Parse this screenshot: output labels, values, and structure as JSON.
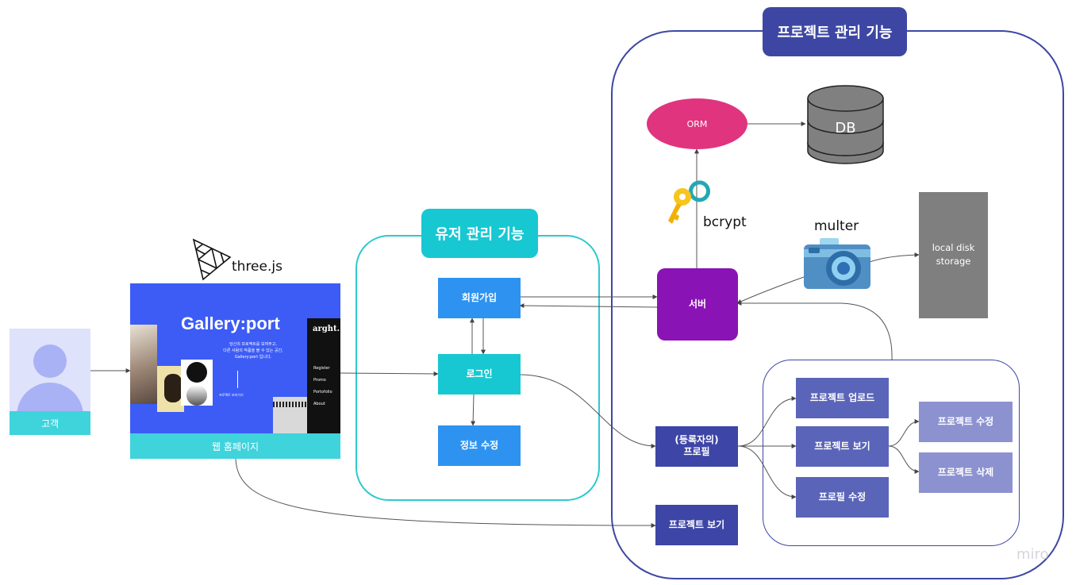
{
  "colors": {
    "project_frame": "#3d47a3",
    "user_frame": "#2ec9ce",
    "blue_node": "#2e93f0",
    "cyan_node": "#17c8d2",
    "purple_node": "#8a13b5",
    "indigo_node": "#3d45a6",
    "slate_node": "#5a64b8",
    "light_node": "#8c92d0",
    "orm": "#e0347f",
    "storage": "#7f7f7f"
  },
  "project_area": {
    "title": "프로젝트 관리 기능"
  },
  "user_area": {
    "title": "유저 관리 기능"
  },
  "customer": {
    "label": "고객",
    "icon": "user-avatar-icon"
  },
  "homepage": {
    "label": "웹 홈페이지",
    "preview": {
      "title": "Gallery:port",
      "tagline_lines": [
        "당신의 프로젝트를 보여주고,",
        "다른 사람의 작품을 볼 수 있는 공간,",
        "Gallery:port 입니다."
      ],
      "caption": "프로젝트 보러가기",
      "brand": "arght.",
      "menu": [
        "Register",
        "Promo",
        "Portofolio",
        "About"
      ]
    }
  },
  "threejs": {
    "label": "three.js",
    "icon": "threejs-logo-icon"
  },
  "user_nodes": {
    "signup": "회원가입",
    "login": "로그인",
    "edit_info": "정보 수정"
  },
  "server": "서버",
  "orm": "ORM",
  "db": "DB",
  "bcrypt": {
    "label": "bcrypt",
    "icon": "key-icon"
  },
  "multer": {
    "label": "multer",
    "icon": "camera-icon"
  },
  "storage": {
    "line1": "local disk",
    "line2": "storage"
  },
  "profile": {
    "line1": "(등록자의)",
    "line2": "프로필"
  },
  "profile_actions": {
    "upload": "프로젝트 업로드",
    "view": "프로젝트 보기",
    "edit_profile": "프로필 수정",
    "edit_project": "프로젝트 수정",
    "delete_project": "프로젝트 삭제"
  },
  "public_view": "프로젝트 보기",
  "watermark": "miro"
}
